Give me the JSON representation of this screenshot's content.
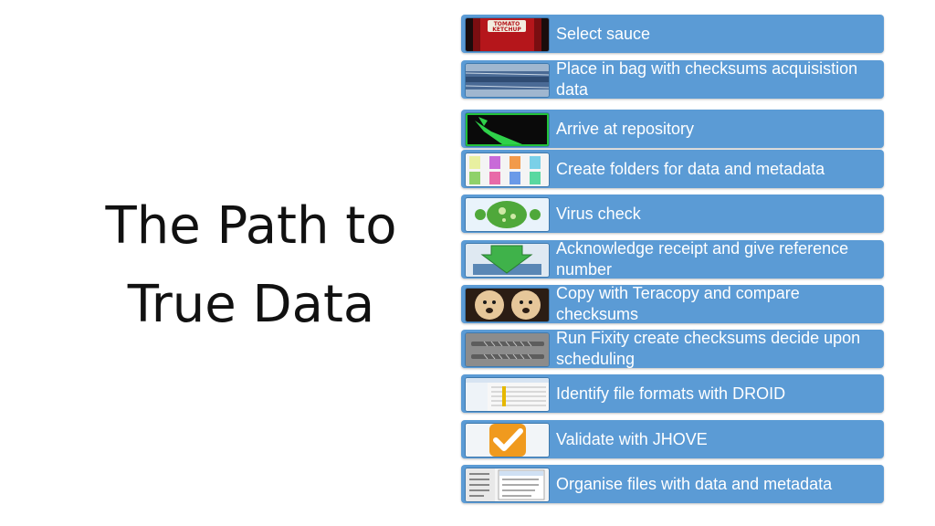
{
  "title_line1": "The Path to",
  "title_line2": "True Data",
  "steps": [
    {
      "label": "Select sauce",
      "icon": "ketchup-bottle-icon"
    },
    {
      "label": "Place in bag with checksums acquisistion data",
      "icon": "bag-icon"
    },
    {
      "label": "Arrive at repository",
      "icon": "arrival-icon"
    },
    {
      "label": "Create folders for data and metadata",
      "icon": "folders-icon"
    },
    {
      "label": "Virus check",
      "icon": "virus-icon"
    },
    {
      "label": "Acknowledge receipt and give reference number",
      "icon": "inbox-download-icon"
    },
    {
      "label": "Copy with Teracopy and compare checksums",
      "icon": "puppies-photo-icon"
    },
    {
      "label": "Run Fixity create checksums decide upon scheduling",
      "icon": "screws-photo-icon"
    },
    {
      "label": "Identify file formats with DROID",
      "icon": "droid-screenshot-icon"
    },
    {
      "label": "Validate with JHOVE",
      "icon": "checkmark-icon"
    },
    {
      "label": "Organise files with data and metadata",
      "icon": "menu-screenshot-icon"
    }
  ],
  "colors": {
    "step_fill": "#5b9bd5",
    "step_text": "#ffffff",
    "title_text": "#111111"
  }
}
